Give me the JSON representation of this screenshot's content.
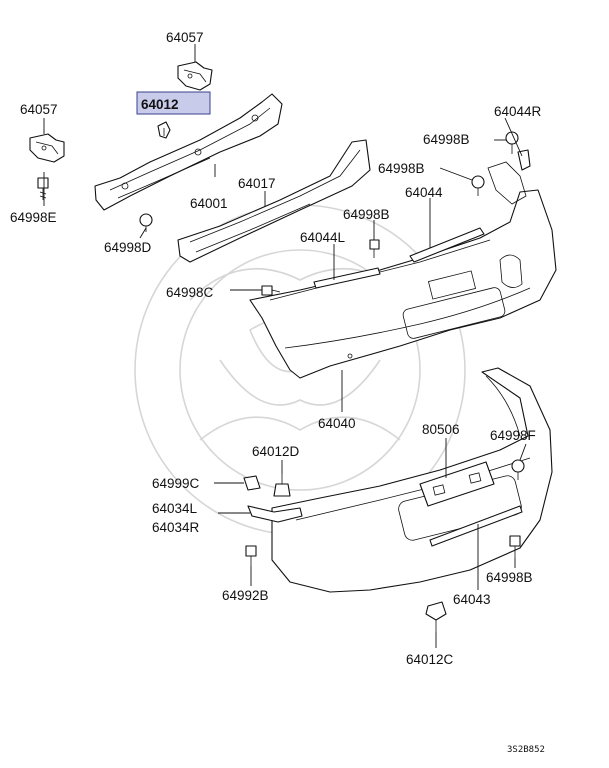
{
  "labels": {
    "p64057_top": "64057",
    "p64012_hl": "64012",
    "p64057_left": "64057",
    "p64998E": "64998E",
    "p64001": "64001",
    "p64998D": "64998D",
    "p64017": "64017",
    "p64044R": "64044R",
    "p64998B_1": "64998B",
    "p64998B_2": "64998B",
    "p64044": "64044",
    "p64998B_3": "64998B",
    "p64044L": "64044L",
    "p64998C": "64998C",
    "p64040": "64040",
    "p64012D": "64012D",
    "p80506": "80506",
    "p64998F": "64998F",
    "p64999C": "64999C",
    "p64034L": "64034L",
    "p64034R": "64034R",
    "p64992B": "64992B",
    "p64998B_4": "64998B",
    "p64043": "64043",
    "p64012C": "64012C"
  },
  "diagram_code": "3S2B852",
  "colors": {
    "highlight_fill": "#c9cbea",
    "highlight_stroke": "#3a3f8f",
    "watermark": "#d6d6d6"
  }
}
